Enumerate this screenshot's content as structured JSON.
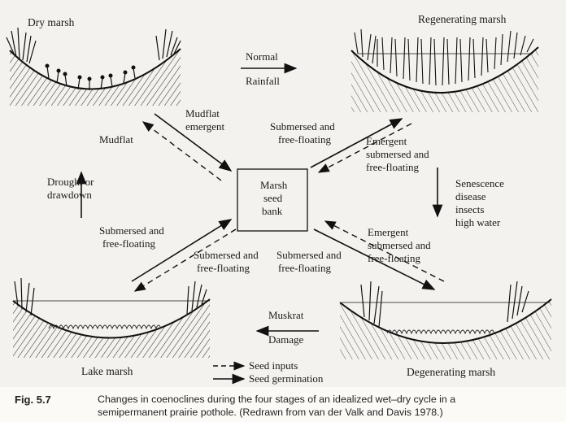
{
  "figure": {
    "number": "Fig. 5.7",
    "caption_line1": "Changes in coenoclines during the four stages of an idealized wet–dry cycle in a",
    "caption_line2": "semipermanent prairie pothole. (Redrawn from van der Valk and Davis 1978.)"
  },
  "stages": {
    "dry": "Dry marsh",
    "regenerating": "Regenerating marsh",
    "lake": "Lake marsh",
    "degenerating": "Degenerating marsh"
  },
  "center": {
    "line1": "Marsh",
    "line2": "seed",
    "line3": "bank"
  },
  "transitions": {
    "normal": "Normal",
    "rainfall": "Rainfall",
    "drought1": "Drought or",
    "drought2": "drawdown",
    "senescence1": "Senescence",
    "senescence2": "disease",
    "senescence3": "insects",
    "senescence4": "high water",
    "muskrat": "Muskrat",
    "damage": "Damage"
  },
  "flows": {
    "mudflat": "Mudflat",
    "mudflat_emergent1": "Mudflat",
    "mudflat_emergent2": "emergent",
    "sub_ff_top1": "Submersed and",
    "sub_ff_top2": "free-floating",
    "emergent_sub_ff_r1": "Emergent",
    "emergent_sub_ff_r2": "submersed and",
    "emergent_sub_ff_r3": "free-floating",
    "sub_ff_left1": "Submersed and",
    "sub_ff_left2": "free-floating",
    "sub_ff_lower_l1": "Submersed and",
    "sub_ff_lower_l2": "free-floating",
    "sub_ff_lower_r1": "Submersed and",
    "sub_ff_lower_r2": "free-floating",
    "emergent_lower_r1": "Emergent",
    "emergent_lower_r2": "submersed and",
    "emergent_lower_r3": "free-floating"
  },
  "legend": {
    "seed_inputs": "Seed inputs",
    "seed_germination": "Seed germination"
  }
}
